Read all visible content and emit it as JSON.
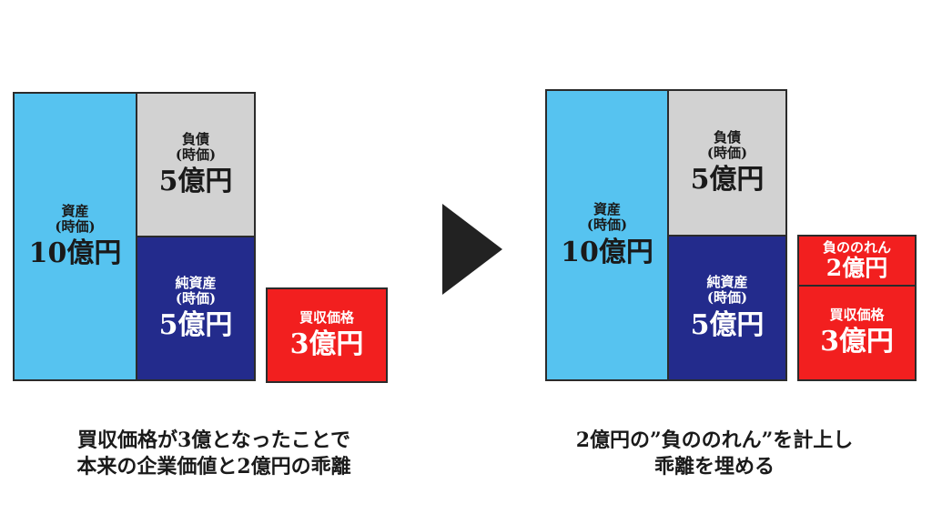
{
  "left": {
    "assets": {
      "label1": "資産",
      "label2": "(時価)",
      "amount": "10億円"
    },
    "liabilities": {
      "label1": "負債",
      "label2": "(時価)",
      "amount": "5億円"
    },
    "net_assets": {
      "label1": "純資産",
      "label2": "(時価)",
      "amount": "5億円"
    },
    "purchase_price": {
      "label": "買収価格",
      "amount": "3億円"
    },
    "caption": [
      "買収価格が3億となったことで",
      "本来の企業価値と2億円の乖離"
    ]
  },
  "right": {
    "assets": {
      "label1": "資産",
      "label2": "(時価)",
      "amount": "10億円"
    },
    "liabilities": {
      "label1": "負債",
      "label2": "(時価)",
      "amount": "5億円"
    },
    "net_assets": {
      "label1": "純資産",
      "label2": "(時価)",
      "amount": "5億円"
    },
    "negative_goodwill": {
      "label": "負ののれん",
      "amount": "2億円"
    },
    "purchase_price": {
      "label": "買収価格",
      "amount": "3億円"
    },
    "caption": [
      "2億円の”負ののれん”を計上し",
      "乖離を埋める"
    ]
  },
  "colors": {
    "assets": "#56c3f0",
    "liabilities": "#d2d2d2",
    "net_assets": "#232b8c",
    "price": "#f21f1f",
    "arrow": "#222222"
  },
  "icons": {
    "arrow": "play-triangle-right"
  }
}
